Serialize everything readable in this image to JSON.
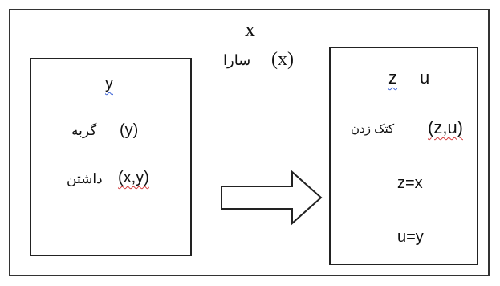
{
  "top": {
    "title": "x",
    "subtitle_text": "سارا",
    "subtitle_var": "(x)"
  },
  "left_box": {
    "var": "y",
    "row1_paren": "(y)",
    "row1_text": "گربه",
    "row2_paren": "(x,y)",
    "row2_text": "داشتن"
  },
  "right_box": {
    "var_z": "z",
    "var_u": "u",
    "row1_paren": "(z,u)",
    "row1_text": "کتک زدن",
    "eq1": "z=x",
    "eq2": "u=y"
  },
  "colors": {
    "line": "#222222",
    "frame": "#333333",
    "underline_blue": "#3d63d6",
    "underline_red": "#d33c3c"
  },
  "icons": {
    "arrow": "right-arrow-icon"
  }
}
